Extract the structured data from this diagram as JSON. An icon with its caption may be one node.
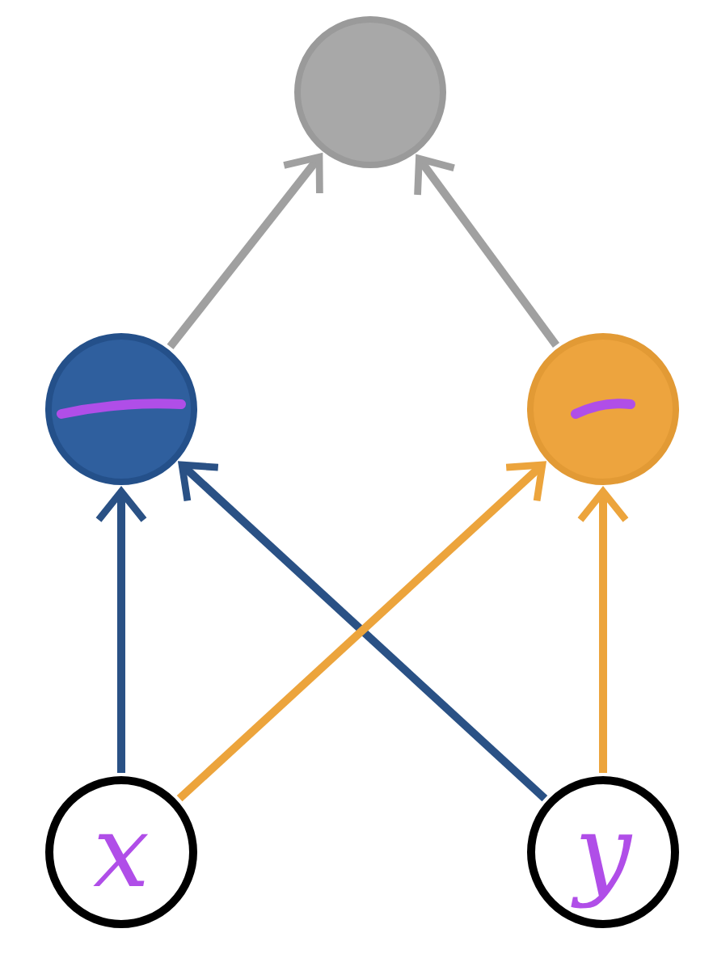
{
  "diagram": {
    "nodes": [
      {
        "text": [],
        "shape": "circle"
      },
      {
        "text": [],
        "shape": "circle"
      },
      {
        "text": [],
        "shape": "circle"
      },
      {
        "text": [
          "x"
        ]
      },
      {
        "text": [
          "y"
        ]
      }
    ],
    "edges": [
      {
        "from": 1,
        "to": 0,
        "arrow": "to",
        "color": "#a0a0a0"
      },
      {
        "from": 2,
        "to": 0,
        "arrow": "to",
        "color": "#a0a0a0"
      },
      {
        "from": 3,
        "to": 1,
        "arrow": "to",
        "color": "#2a5185"
      },
      {
        "from": 4,
        "to": 1,
        "arrow": "to",
        "color": "#2a5185"
      },
      {
        "from": 3,
        "to": 2,
        "arrow": "to",
        "color": "#eca43c"
      },
      {
        "from": 4,
        "to": 2,
        "arrow": "to",
        "color": "#eca43c"
      }
    ]
  }
}
